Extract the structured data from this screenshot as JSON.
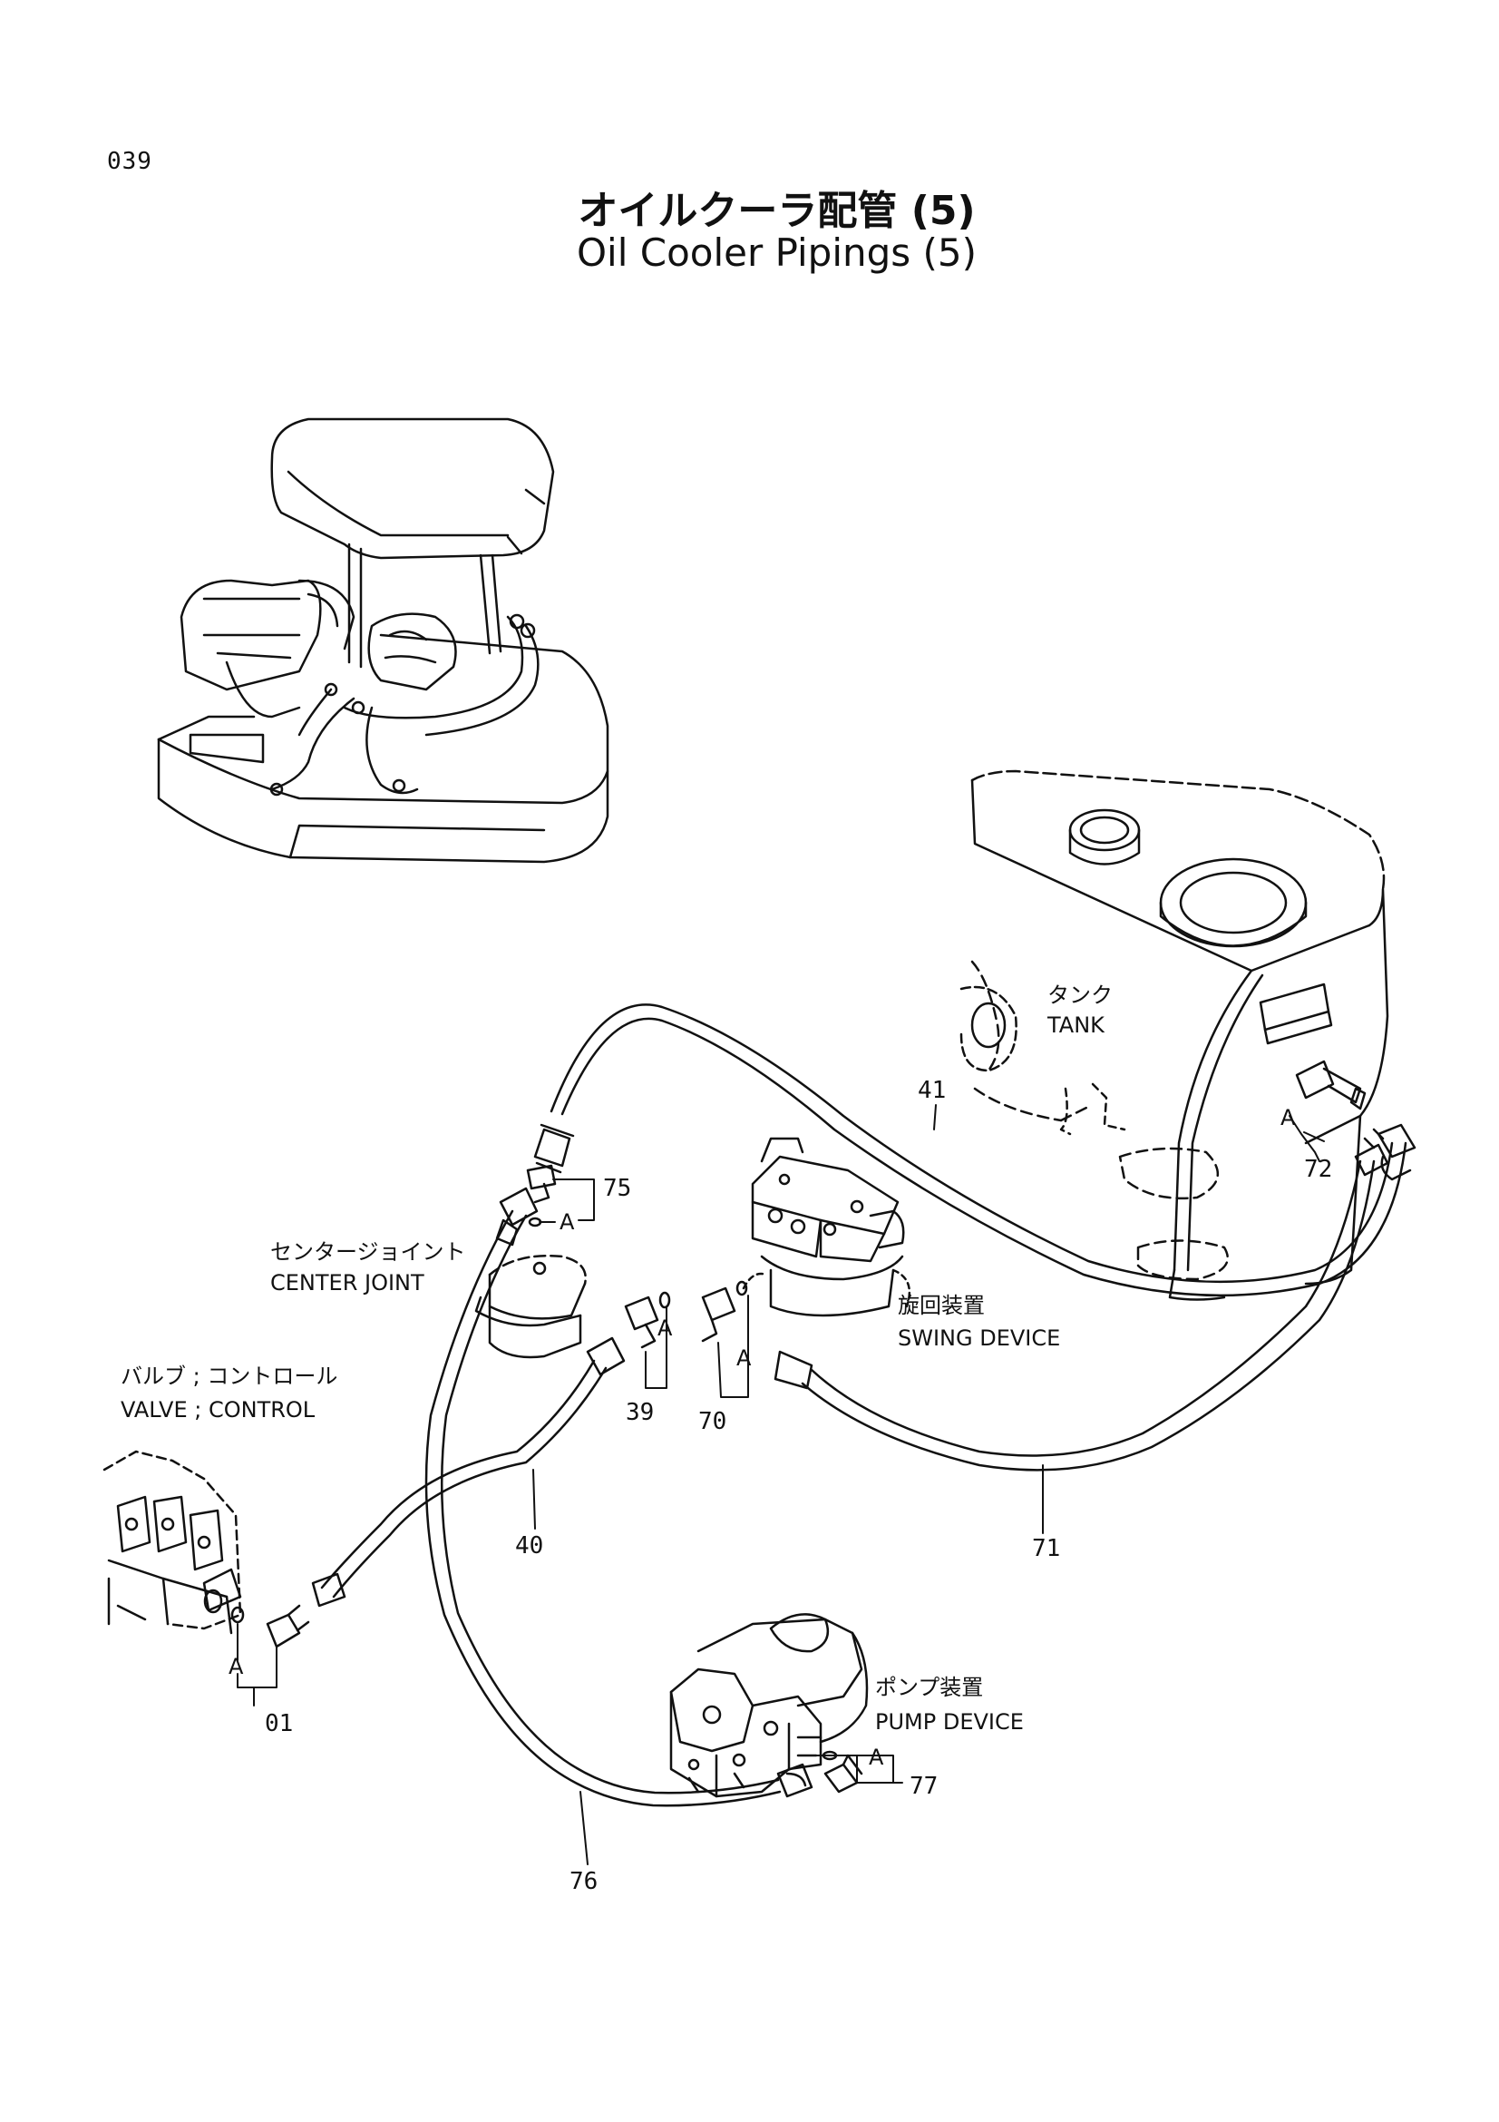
{
  "page_number": "039",
  "title_jp": "オイルクーラ配管 (5)",
  "title_en": "Oil Cooler Pipings (5)",
  "components": {
    "tank": {
      "jp": "タンク",
      "en": "TANK"
    },
    "center_joint": {
      "jp": "センタージョイント",
      "en": "CENTER JOINT"
    },
    "swing_device": {
      "jp": "旋回装置",
      "en": "SWING DEVICE"
    },
    "valve_control": {
      "jp": "バルブ ; コントロール",
      "en": "VALVE ; CONTROL"
    },
    "pump_device": {
      "jp": "ポンプ装置",
      "en": "PUMP DEVICE"
    }
  },
  "part_numbers": {
    "p41": "41",
    "p72": "72",
    "p75": "75",
    "p39": "39",
    "p70": "70",
    "p40": "40",
    "p71": "71",
    "p01": "01",
    "p76": "76",
    "p77": "77"
  },
  "detail_marker": "A"
}
